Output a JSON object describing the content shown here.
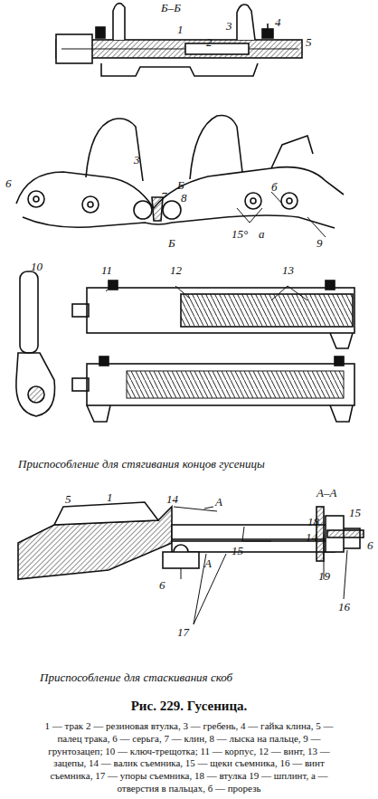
{
  "diagram": {
    "caption": "Рис. 229. Гусеница.",
    "labels": [
      "Б–Б",
      "1",
      "2",
      "3",
      "4",
      "5",
      "6",
      "3",
      "б",
      "7",
      "Б",
      "8",
      "Б",
      "15°",
      "а",
      "9",
      "10",
      "11",
      "12",
      "13",
      "Приспособление для стягивания концов гусеницы",
      "5",
      "1",
      "14",
      "А",
      "А",
      "А–А",
      "15",
      "18",
      "14",
      "6",
      "19",
      "15",
      "16",
      "6",
      "17",
      "Приспособление для стаскивания скоб",
      "1 — трак 2 — резиновая втулка, 3 — гребень, 4 — гайка клина, 5 — палец трака, 6 — серьга, 7 — клин, 8 — лыска на пальце, 9 — грунтозацеп; 10 — ключ-трещотка; 11 — корпус, 12 — винт, 13 — зацепы, 14 — валик съемника, 15 — щеки съемника, 16 — винт съемника, 17 — упоры съемника, 18 — втулка 19 — шплинт, а — отверстия в пальцах, б — прорезь"
    ]
  }
}
